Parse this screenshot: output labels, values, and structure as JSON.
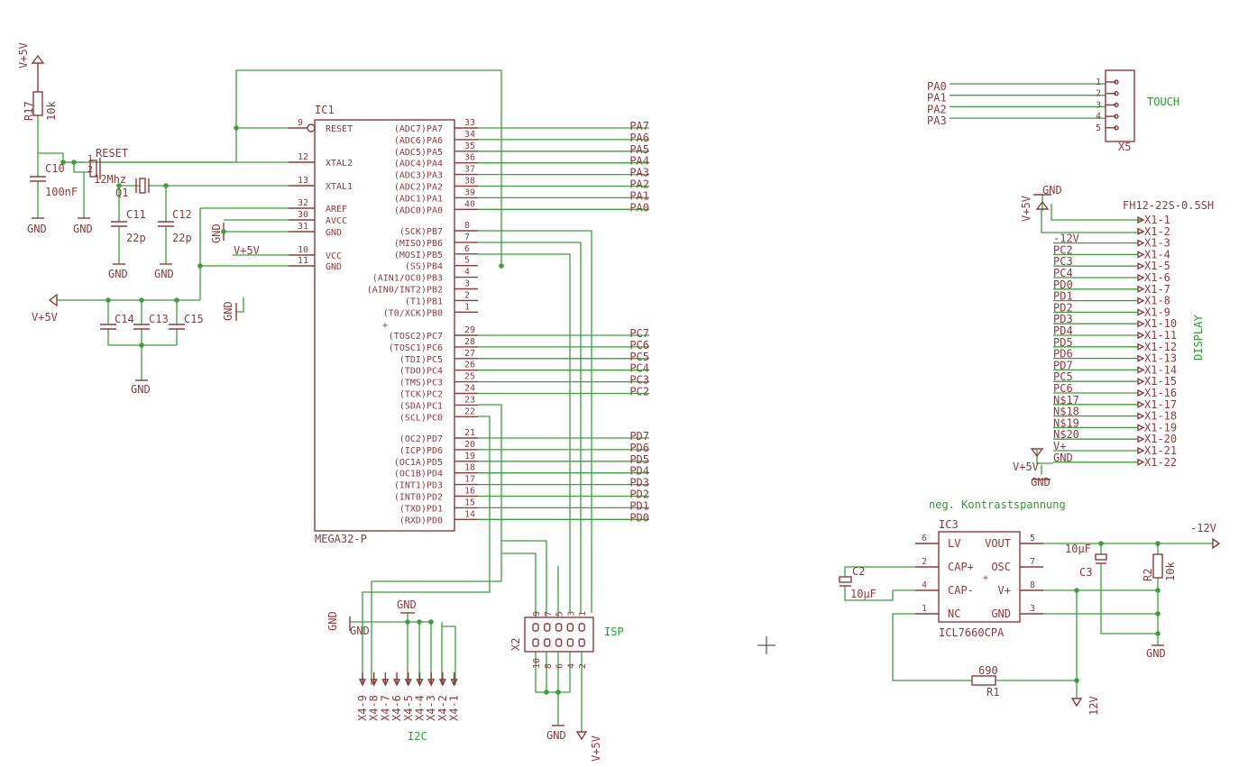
{
  "ic1": {
    "name": "IC1",
    "value": "MEGA32-P",
    "left": [
      {
        "num": "9",
        "name": "RESET"
      },
      {
        "num": "12",
        "name": "XTAL2"
      },
      {
        "num": "13",
        "name": "XTAL1"
      },
      {
        "num": "32",
        "name": "AREF"
      },
      {
        "num": "30",
        "name": "AVCC"
      },
      {
        "num": "31",
        "name": "GND"
      },
      {
        "num": "10",
        "name": "VCC"
      },
      {
        "num": "11",
        "name": "GND"
      }
    ],
    "right": [
      {
        "num": "33",
        "name": "(ADC7)PA7",
        "net": "PA7"
      },
      {
        "num": "34",
        "name": "(ADC6)PA6",
        "net": "PA6"
      },
      {
        "num": "35",
        "name": "(ADC5)PA5",
        "net": "PA5"
      },
      {
        "num": "36",
        "name": "(ADC4)PA4",
        "net": "PA4"
      },
      {
        "num": "37",
        "name": "(ADC3)PA3",
        "net": "PA3"
      },
      {
        "num": "38",
        "name": "(ADC2)PA2",
        "net": "PA2"
      },
      {
        "num": "39",
        "name": "(ADC1)PA1",
        "net": "PA1"
      },
      {
        "num": "40",
        "name": "(ADC0)PA0",
        "net": "PA0"
      },
      {
        "num": "8",
        "name": "(SCK)PB7",
        "net": ""
      },
      {
        "num": "7",
        "name": "(MISO)PB6",
        "net": ""
      },
      {
        "num": "6",
        "name": "(MOSI)PB5",
        "net": ""
      },
      {
        "num": "5",
        "name": "(SS)PB4",
        "net": ""
      },
      {
        "num": "4",
        "name": "(AIN1/OC0)PB3",
        "net": ""
      },
      {
        "num": "3",
        "name": "(AIN0/INT2)PB2",
        "net": ""
      },
      {
        "num": "2",
        "name": "(T1)PB1",
        "net": ""
      },
      {
        "num": "1",
        "name": "(T0/XCK)PB0",
        "net": ""
      },
      {
        "num": "29",
        "name": "(TOSC2)PC7",
        "net": "PC7"
      },
      {
        "num": "28",
        "name": "(TOSC1)PC6",
        "net": "PC6"
      },
      {
        "num": "27",
        "name": "(TDI)PC5",
        "net": "PC5"
      },
      {
        "num": "26",
        "name": "(TDO)PC4",
        "net": "PC4"
      },
      {
        "num": "25",
        "name": "(TMS)PC3",
        "net": "PC3"
      },
      {
        "num": "24",
        "name": "(TCK)PC2",
        "net": "PC2"
      },
      {
        "num": "23",
        "name": "(SDA)PC1",
        "net": ""
      },
      {
        "num": "22",
        "name": "(SCL)PC0",
        "net": ""
      },
      {
        "num": "21",
        "name": "(OC2)PD7",
        "net": "PD7"
      },
      {
        "num": "20",
        "name": "(ICP)PD6",
        "net": "PD6"
      },
      {
        "num": "19",
        "name": "(OC1A)PD5",
        "net": "PD5"
      },
      {
        "num": "18",
        "name": "(OC1B)PD4",
        "net": "PD4"
      },
      {
        "num": "17",
        "name": "(INT1)PD3",
        "net": "PD3"
      },
      {
        "num": "16",
        "name": "(INT0)PD2",
        "net": "PD2"
      },
      {
        "num": "15",
        "name": "(TXD)PD1",
        "net": "PD1"
      },
      {
        "num": "14",
        "name": "(RXD)PD0",
        "net": "PD0"
      }
    ]
  },
  "labels": {
    "v5": "V+5V",
    "gnd": "GND",
    "r17": "R17",
    "r17_val": "10k",
    "c10": "C10",
    "c10_val": "100nF",
    "reset": "RESET",
    "reset_p1": "1",
    "reset_p2": "2",
    "q1": "Q1",
    "q1_val": "12Mhz",
    "c11": "C11",
    "c12": "C12",
    "c11_val": "22p",
    "c12_val": "22p",
    "c14": "C14",
    "c13": "C13",
    "c15": "C15",
    "v5_vcc": "V+5V"
  },
  "x5": {
    "name": "X5",
    "label": "TOUCH",
    "pins": [
      "1",
      "2",
      "3",
      "4",
      "5"
    ],
    "nets": [
      "PA0",
      "PA1",
      "PA2",
      "PA3"
    ]
  },
  "x1": {
    "part": "FH12-22S-0.5SH",
    "label": "DISPLAY",
    "gnd": "GND",
    "v5": "V+5V",
    "pins": [
      "X1-1",
      "X1-2",
      "X1-3",
      "X1-4",
      "X1-5",
      "X1-6",
      "X1-7",
      "X1-8",
      "X1-9",
      "X1-10",
      "X1-11",
      "X1-12",
      "X1-13",
      "X1-14",
      "X1-15",
      "X1-16",
      "X1-17",
      "X1-18",
      "X1-19",
      "X1-20",
      "X1-21",
      "X1-22"
    ],
    "nets": [
      "",
      "",
      "-12V",
      "PC2",
      "PC3",
      "PC4",
      "PD0",
      "PD1",
      "PD2",
      "PD3",
      "PD4",
      "PD5",
      "PD6",
      "PD7",
      "PC5",
      "PC6",
      "N$17",
      "N$18",
      "N$19",
      "N$20",
      "V+",
      "GND"
    ]
  },
  "x4": {
    "label": "I2C",
    "gnd": "GND",
    "gnd2": "GND",
    "pins": [
      "X4-9",
      "X4-8",
      "X4-7",
      "X4-6",
      "X4-5",
      "X4-4",
      "X4-3",
      "X4-2",
      "X4-1"
    ]
  },
  "x2": {
    "name": "X2",
    "label": "ISP",
    "top_pins": [
      "9",
      "7",
      "5",
      "3",
      "1"
    ],
    "bottom_pins": [
      "10",
      "8",
      "6",
      "4",
      "2"
    ],
    "gnd": "GND",
    "v5": "V+5V"
  },
  "ic3": {
    "caption": "neg. Kontrastspannung",
    "name": "IC3",
    "value": "ICL7660CPA",
    "left": [
      {
        "num": "6",
        "name": "LV"
      },
      {
        "num": "2",
        "name": "CAP+"
      },
      {
        "num": "4",
        "name": "CAP-"
      },
      {
        "num": "1",
        "name": "NC"
      }
    ],
    "right": [
      {
        "num": "5",
        "name": "VOUT"
      },
      {
        "num": "7",
        "name": "OSC"
      },
      {
        "num": "8",
        "name": "V+"
      },
      {
        "num": "3",
        "name": "GND"
      }
    ],
    "c2": "C2",
    "c2_val": "10µF",
    "c3": "C3",
    "c3_val": "10µF",
    "r1": "R1",
    "r1_val": "690",
    "r2": "R2",
    "r2_val": "10k",
    "neg12": "-12V",
    "v12": "12V",
    "gnd": "GND"
  }
}
